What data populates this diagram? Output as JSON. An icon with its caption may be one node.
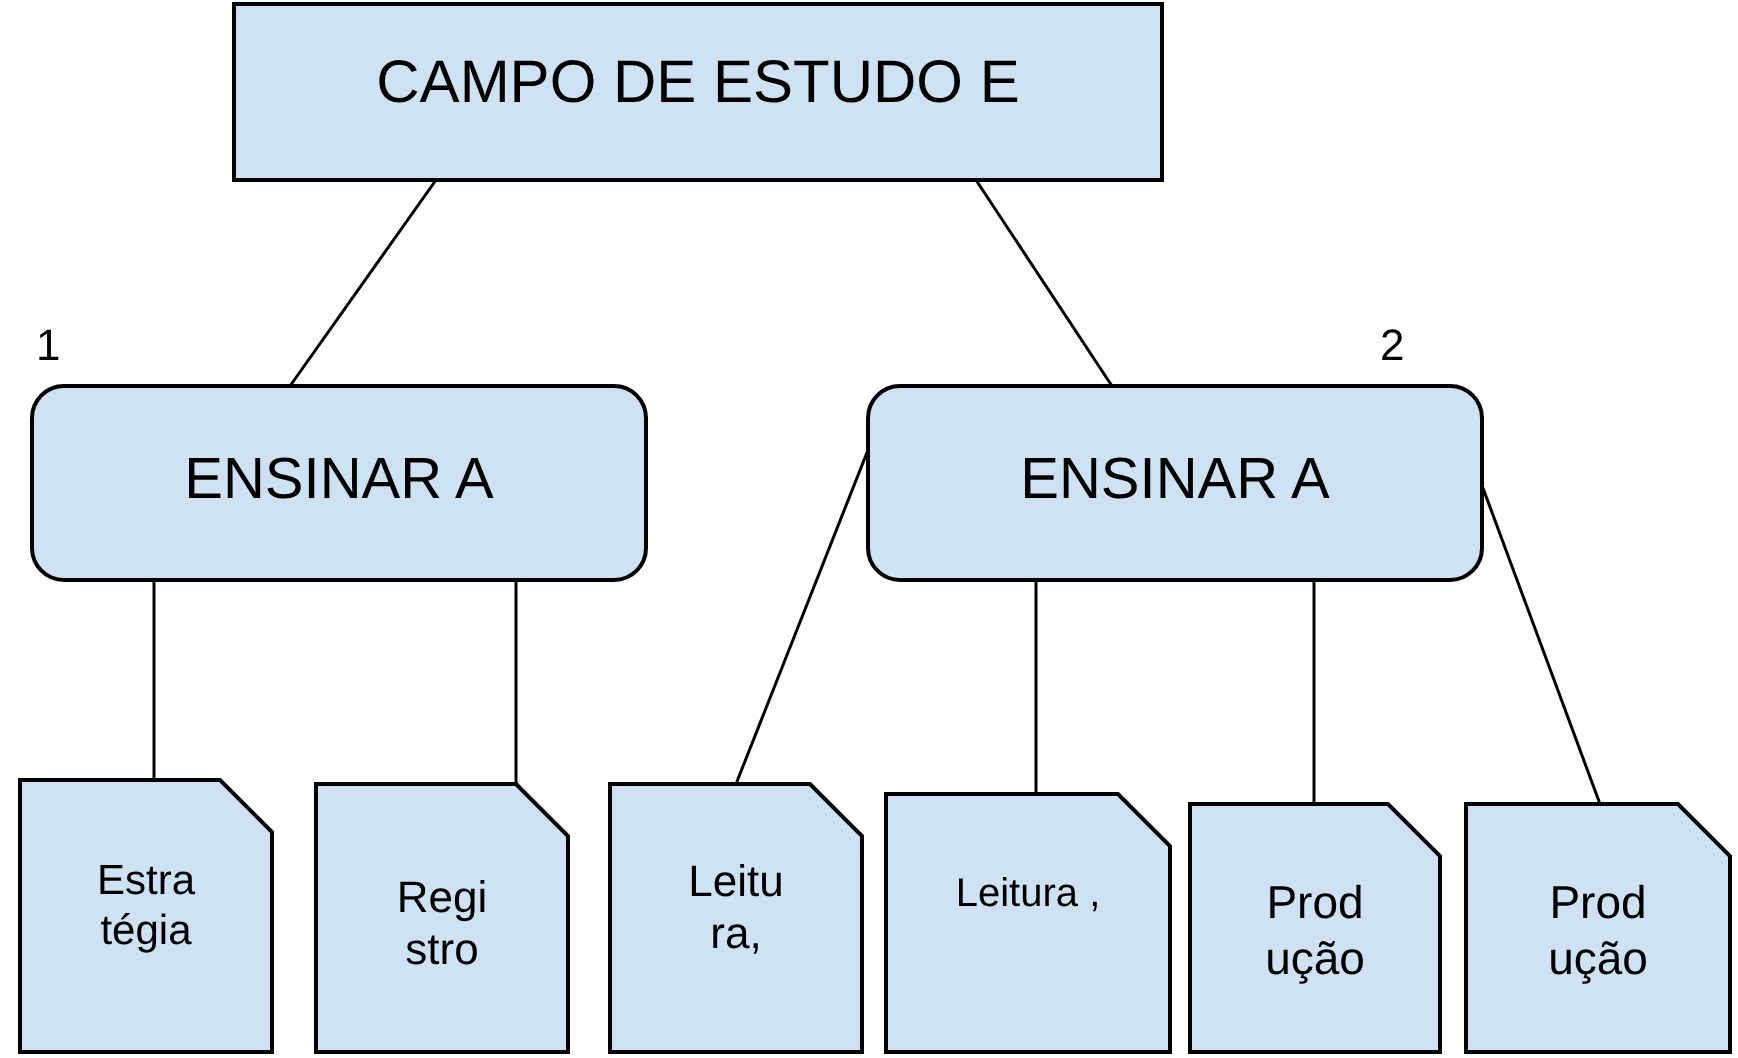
{
  "diagram": {
    "nodes": [
      {
        "text": [
          "CAMPO DE ESTUDO E"
        ]
      },
      {
        "text": [
          "ENSINAR A"
        ]
      },
      {
        "text": [
          "ENSINAR A"
        ]
      },
      {
        "text": [
          "Estra tégia"
        ]
      },
      {
        "text": [
          "Regi stro"
        ]
      },
      {
        "text": [
          "Leitu ra,"
        ]
      },
      {
        "text": [
          "Leitura ,"
        ]
      },
      {
        "text": [
          "Prod ução"
        ]
      },
      {
        "text": [
          "Prod ução"
        ]
      }
    ],
    "edges": [
      {
        "from": 0,
        "to": 1,
        "arrow": "none"
      },
      {
        "from": 0,
        "to": 2,
        "arrow": "none"
      },
      {
        "from": 1,
        "to": 3,
        "arrow": "none"
      },
      {
        "from": 1,
        "to": 4,
        "arrow": "none"
      },
      {
        "from": 2,
        "to": 5,
        "arrow": "none"
      },
      {
        "from": 2,
        "to": 6,
        "arrow": "none"
      },
      {
        "from": 2,
        "to": 7,
        "arrow": "none"
      },
      {
        "from": 2,
        "to": 8,
        "arrow": "none"
      }
    ],
    "labels": [
      "1",
      "2"
    ]
  }
}
